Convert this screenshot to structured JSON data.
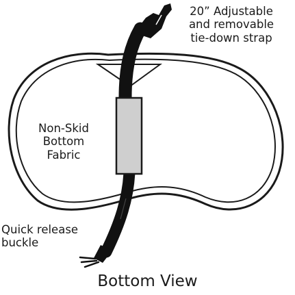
{
  "labels": {
    "strap": [
      "20” Adjustable",
      "and removable",
      "tie-down strap"
    ],
    "fabric": [
      "Non-Skid",
      "Bottom",
      "Fabric"
    ],
    "buckle": [
      "Quick release",
      "buckle"
    ],
    "view_title": "Bottom View"
  },
  "colors": {
    "outline": "#1a1a1a",
    "strap": "#111111",
    "buckle_block": "#cfcfcf",
    "background": "#ffffff"
  }
}
